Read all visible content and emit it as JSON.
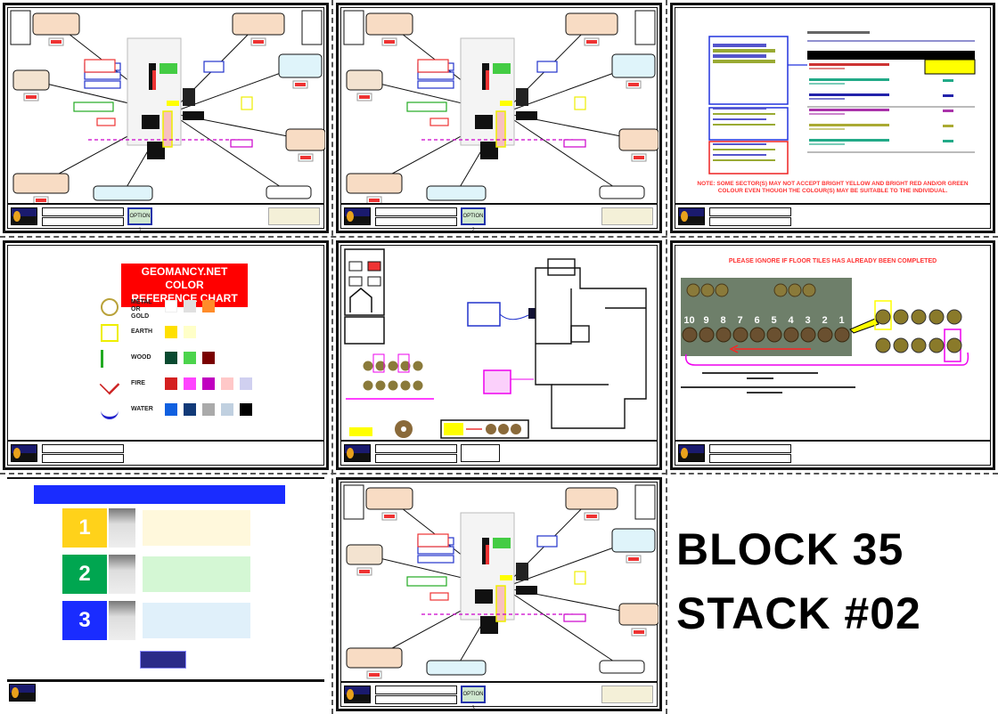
{
  "map_pages": [
    {
      "option_label": "OPTION 1"
    },
    {
      "option_label": "OPTION 2"
    },
    {
      "option_label": "OPTION 3"
    }
  ],
  "analysis_page": {
    "note": "NOTE: SOME SECTOR(S) MAY NOT ACCEPT BRIGHT YELLOW AND BRIGHT RED AND/OR GREEN COLOUR EVEN THOUGH THE COLOUR(S) MAY BE SUITABLE TO THE INDIVIDUAL."
  },
  "color_chart": {
    "title_line1": "GEOMANCY.NET COLOR",
    "title_line2": "REFERENCE CHART",
    "elements": [
      {
        "label": "METAL OR GOLD",
        "swatches": [
          "#ffffff",
          "#e0e0e0",
          "#ff8c2a"
        ]
      },
      {
        "label": "EARTH",
        "swatches": [
          "#ffe000",
          "#ffffc8"
        ]
      },
      {
        "label": "WOOD",
        "swatches": [
          "#0a4a30",
          "#4cd44c",
          "#7a0000"
        ]
      },
      {
        "label": "FIRE",
        "swatches": [
          "#d42020",
          "#ff44ff",
          "#c000c0",
          "#ffc8c8",
          "#d0d0f0"
        ]
      },
      {
        "label": "WATER",
        "swatches": [
          "#1060e0",
          "#123a78",
          "#aaaaaa",
          "#c0d0e0",
          "#000000"
        ]
      }
    ]
  },
  "floor_tiles_page": {
    "warning": "PLEASE IGNORE IF FLOOR TILES HAS ALREADY BEEN COMPLETED",
    "tile_numbers": [
      "10",
      "9",
      "8",
      "7",
      "6",
      "5",
      "4",
      "3",
      "2",
      "1"
    ]
  },
  "steps_page": {
    "steps": [
      {
        "number": "1",
        "color": "#ffd21a",
        "box_color": "#fff8dc"
      },
      {
        "number": "2",
        "color": "#00a650",
        "box_color": "#d4f7d4"
      },
      {
        "number": "3",
        "color": "#1a2cff",
        "box_color": "#e0f0fa"
      }
    ]
  },
  "label_card": {
    "line1": "BLOCK 35",
    "line2": "STACK #02"
  }
}
